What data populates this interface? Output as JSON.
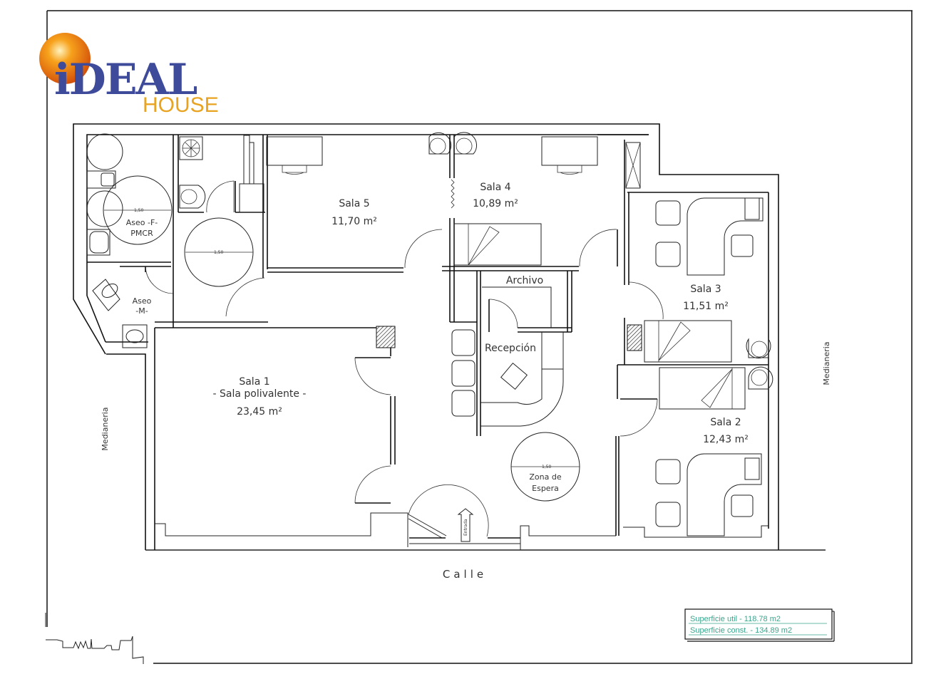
{
  "logo": {
    "brand_main": "iDEAL",
    "brand_sub": "HOUSE",
    "sphere_color": "#f08a10",
    "main_color": "#3e4a9a",
    "sub_color": "#e8a321"
  },
  "rooms": {
    "sala1": {
      "name": "Sala 1",
      "subtitle": "- Sala polivalente -",
      "area": "23,45 m²"
    },
    "sala2": {
      "name": "Sala 2",
      "area": "12,43 m²"
    },
    "sala3": {
      "name": "Sala 3",
      "area": "11,51 m²"
    },
    "sala4": {
      "name": "Sala 4",
      "area": "10,89 m²"
    },
    "sala5": {
      "name": "Sala 5",
      "area": "11,70 m²"
    },
    "archivo": {
      "name": "Archivo"
    },
    "recepcion": {
      "name": "Recepción"
    },
    "aseo_f": {
      "line1": "Aseo -F-",
      "line2": "PMCR"
    },
    "aseo_m": {
      "line1": "Aseo",
      "line2": "-M-"
    },
    "zona_espera": {
      "line1": "Zona de",
      "line2": "Espera"
    }
  },
  "dimensions": {
    "circle_diameter": "1,50"
  },
  "labels": {
    "medianeria_left": "Medianeria",
    "medianeria_right": "Medianeria",
    "calle": "Calle",
    "entrada": "Entrada"
  },
  "surface_box": {
    "util": "Superficie util  -  118.78 m2",
    "const": "Superficie const.  -  134.89 m2",
    "text_color": "#3aa58c"
  }
}
